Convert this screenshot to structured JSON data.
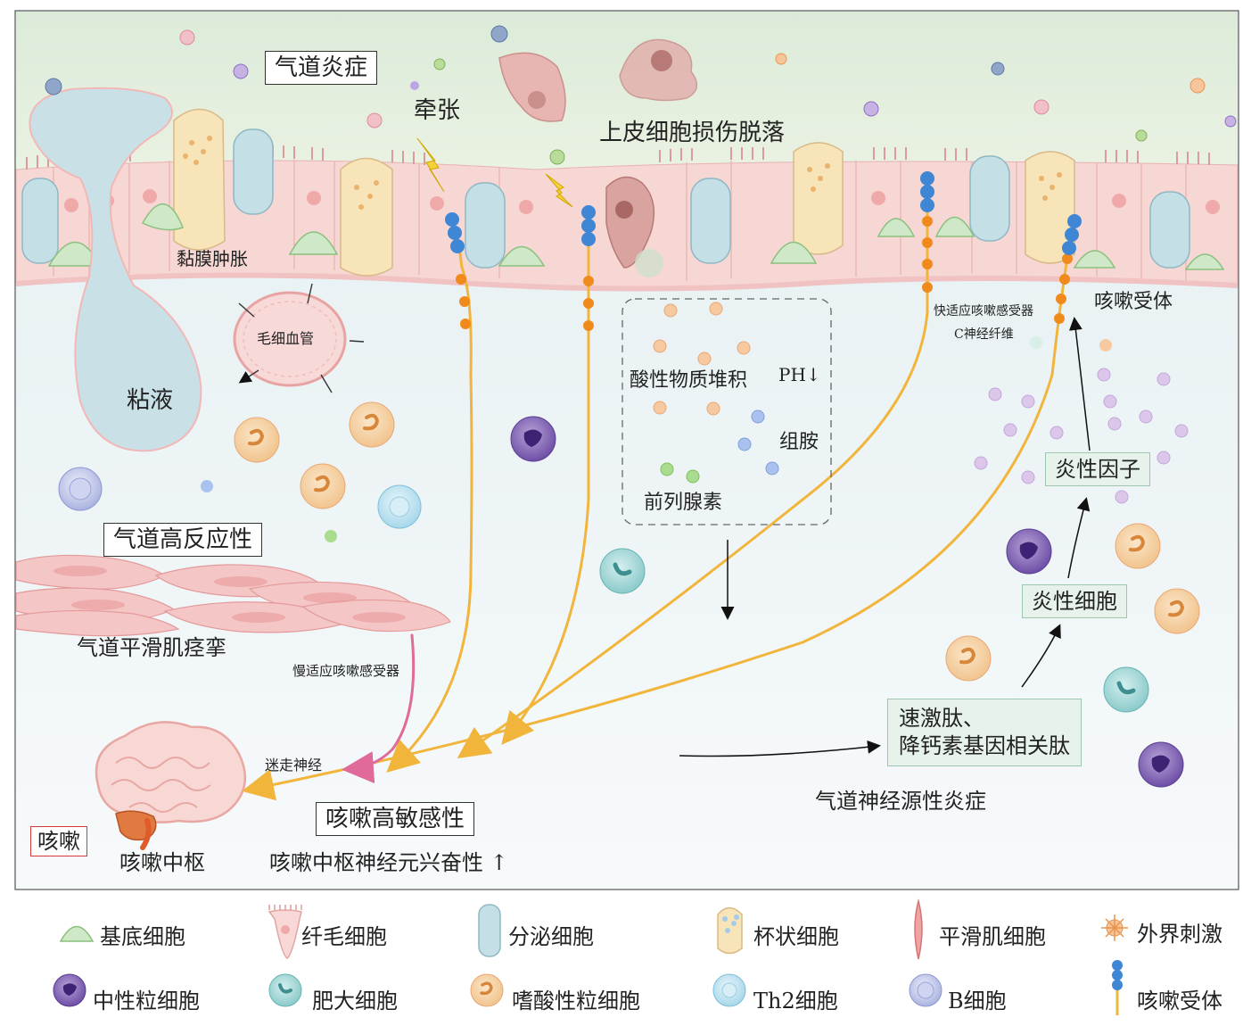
{
  "labels": {
    "airway_inflammation": "气道炎症",
    "stretch": "牵张",
    "epithelial_shedding": "上皮细胞损伤脱落",
    "mucosal_edema": "黏膜肿胀",
    "capillary": "毛细血管",
    "mucus": "粘液",
    "airway_hyperreactivity": "气道高反应性",
    "smooth_muscle_spasm": "气道平滑肌痉挛",
    "slow_adapting_receptor": "慢适应咳嗽感受器",
    "vagus_nerve": "迷走神经",
    "cough": "咳嗽",
    "cough_center": "咳嗽中枢",
    "cough_hypersensitivity": "咳嗽高敏感性",
    "cough_center_excitability": "咳嗽中枢神经元兴奋性 ↑",
    "acid_accumulation": "酸性物质堆积",
    "ph_down": "PH↓",
    "histamine": "组胺",
    "prostaglandin": "前列腺素",
    "fast_adapting_receptor": "快适应咳嗽感受器",
    "c_fiber": "C神经纤维",
    "cough_receptor": "咳嗽受体",
    "inflammatory_factor": "炎性因子",
    "inflammatory_cell": "炎性细胞",
    "neuropeptides_line1": "速激肽、",
    "neuropeptides_line2": "降钙素基因相关肽",
    "neurogenic_inflammation": "气道神经源性炎症"
  },
  "legend": [
    {
      "icon": "basal-cell-icon",
      "label": "基底细胞"
    },
    {
      "icon": "ciliated-cell-icon",
      "label": "纤毛细胞"
    },
    {
      "icon": "secretory-cell-icon",
      "label": "分泌细胞"
    },
    {
      "icon": "goblet-cell-icon",
      "label": "杯状细胞"
    },
    {
      "icon": "smooth-muscle-cell-icon",
      "label": "平滑肌细胞"
    },
    {
      "icon": "external-stimulus-icon",
      "label": "外界刺激"
    },
    {
      "icon": "neutrophil-icon",
      "label": "中性粒细胞"
    },
    {
      "icon": "mast-cell-icon",
      "label": "肥大细胞"
    },
    {
      "icon": "eosinophil-icon",
      "label": "嗜酸性粒细胞"
    },
    {
      "icon": "th2-cell-icon",
      "label": "Th2细胞"
    },
    {
      "icon": "b-cell-icon",
      "label": "B细胞"
    },
    {
      "icon": "cough-receptor-icon",
      "label": "咳嗽受体"
    }
  ],
  "colors": {
    "nerve": "#f2b53c",
    "nerve_dot": "#f08a1c",
    "receptor": "#3f86d4",
    "slow_nerve": "#e06a9a",
    "lumen_top": "#e6f1e3",
    "tissue": "#edf4f6",
    "epithelium": "#f6d7d4"
  }
}
